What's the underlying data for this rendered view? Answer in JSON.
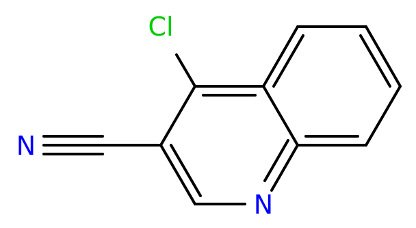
{
  "molecule": {
    "atoms": {
      "chlorine": {
        "symbol": "Cl",
        "color": "#00cc00"
      },
      "ring_nitrogen": {
        "symbol": "N",
        "color": "#0000ff"
      },
      "nitrile_nitrogen": {
        "symbol": "N",
        "color": "#0000ff"
      }
    },
    "bond_color": "#000000"
  }
}
